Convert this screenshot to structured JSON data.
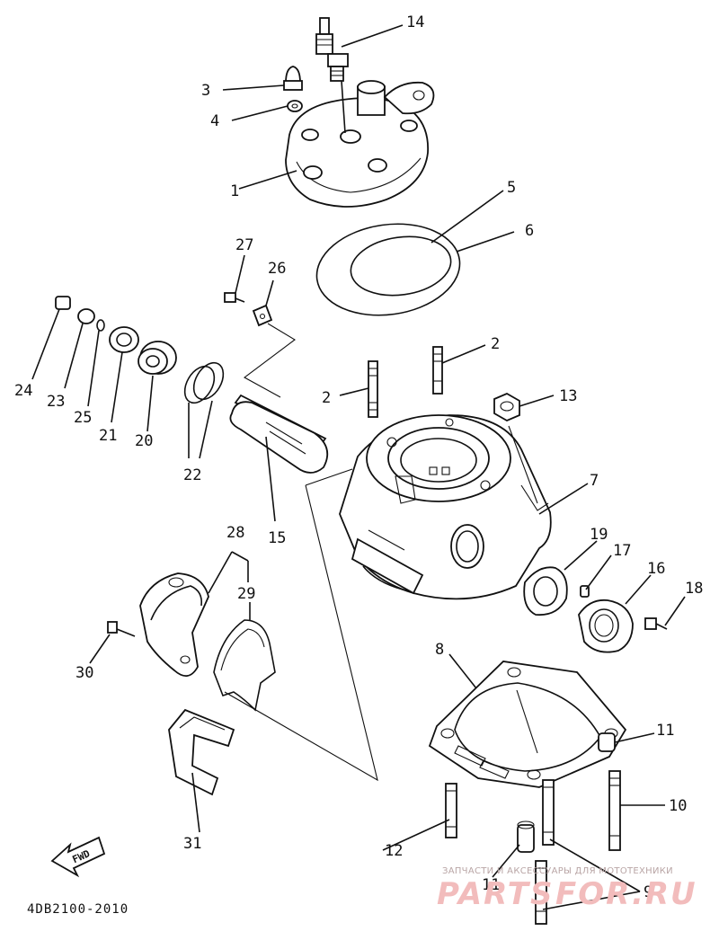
{
  "diagram": {
    "catalog_code": "4DB2100-2010",
    "fwd_label": "FWD",
    "callouts": [
      "14",
      "3",
      "4",
      "1",
      "5",
      "6",
      "27",
      "26",
      "2",
      "2",
      "13",
      "24",
      "23",
      "25",
      "21",
      "20",
      "22",
      "15",
      "7",
      "19",
      "17",
      "16",
      "18",
      "28",
      "29",
      "30",
      "8",
      "11",
      "10",
      "12",
      "11",
      "9",
      "31"
    ]
  },
  "watermark": {
    "tagline": "ЗАПЧАСТИ И АКСЕССУАРЫ ДЛЯ МОТОТЕХНИКИ",
    "brand_left": "PARTS",
    "brand_right": "FOR.RU"
  }
}
